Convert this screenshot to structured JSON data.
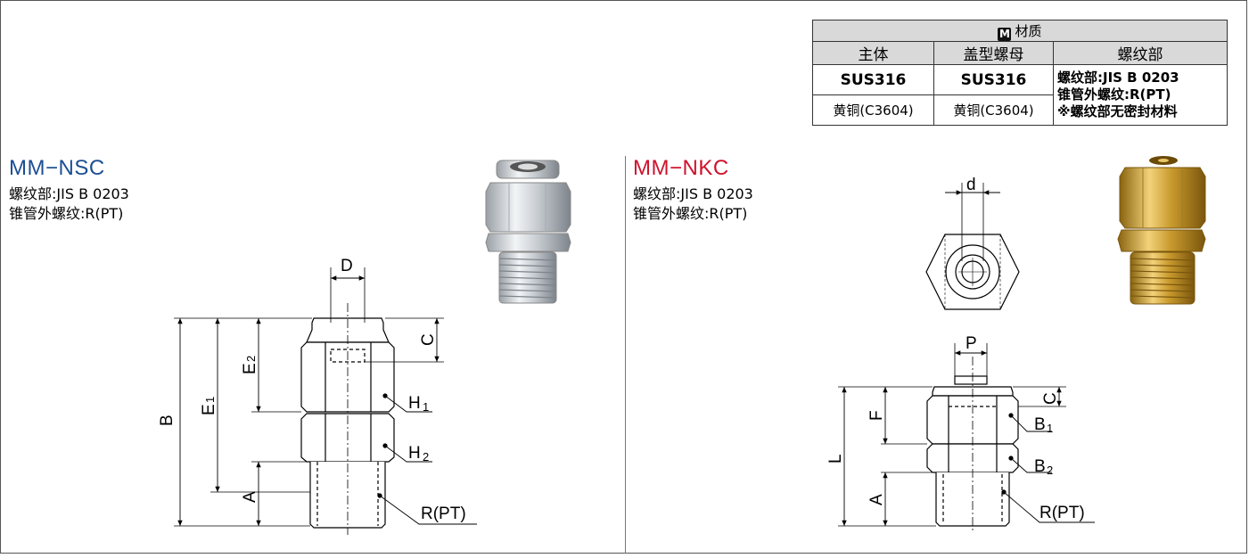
{
  "material_table": {
    "header": "材质",
    "header_badge": "M",
    "columns": [
      "主体",
      "盖型螺母",
      "螺纹部"
    ],
    "row1": [
      "SUS316",
      "SUS316"
    ],
    "row2": [
      "黄铜(C3604)",
      "黄铜(C3604)"
    ],
    "thread_note": [
      "螺纹部:JIS B 0203",
      "锥管外螺纹:R(PT)",
      "※螺纹部无密封材料"
    ]
  },
  "nsc": {
    "title": "MM−NSC",
    "spec1": "螺纹部:JIS B 0203",
    "spec2": "锥管外螺纹:R(PT)",
    "dims": {
      "D": "D",
      "C": "C",
      "E2": "E",
      "E2_sub": "2",
      "E1": "E",
      "E1_sub": "1",
      "B": "B",
      "A": "A",
      "H1": "H",
      "H1_sub": "1",
      "H2": "H",
      "H2_sub": "2",
      "R": "R(PT)"
    }
  },
  "nkc": {
    "title": "MM−NKC",
    "spec1": "螺纹部:JIS B 0203",
    "spec2": "锥管外螺纹:R(PT)",
    "dims": {
      "d": "d",
      "P": "P",
      "C": "C",
      "F": "F",
      "L": "L",
      "A": "A",
      "B1": "B",
      "B1_sub": "1",
      "B2": "B",
      "B2_sub": "2",
      "R": "R(PT)"
    }
  },
  "colors": {
    "nsc_title": "#1b4f93",
    "nkc_title": "#d0122c",
    "table_header": "#d9d9d9"
  }
}
